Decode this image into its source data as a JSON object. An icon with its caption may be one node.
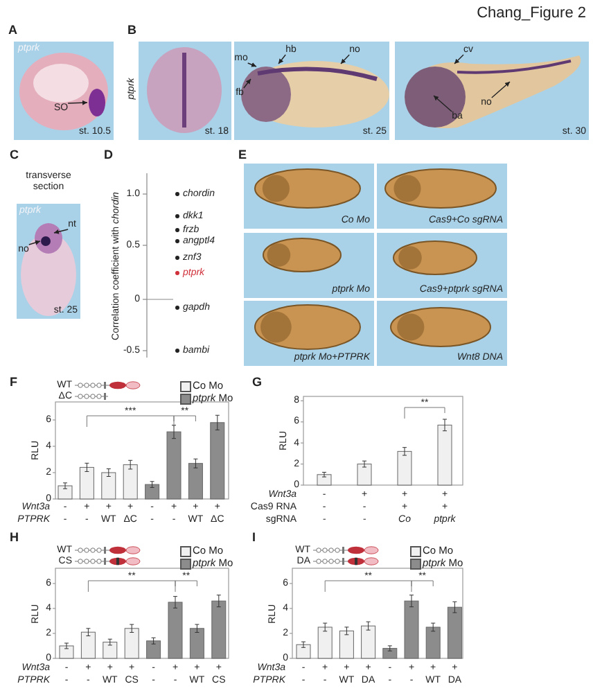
{
  "diagram": {
    "title": "Chang_Figure 2",
    "nodes": [
      {
        "text": [
          "ptprk",
          "st. 10.5"
        ]
      },
      {
        "text": [
          "SO"
        ],
        "in": 0
      },
      {
        "text": [
          "st. 18"
        ]
      },
      {
        "text": [
          "st. 25"
        ]
      },
      {
        "text": [
          "mo"
        ],
        "in": 3
      },
      {
        "text": [
          "hb"
        ],
        "in": 3
      },
      {
        "text": [
          "no"
        ],
        "in": 3
      },
      {
        "text": [
          "fb"
        ],
        "in": 3
      },
      {
        "text": [
          "st. 30"
        ]
      },
      {
        "text": [
          "cv"
        ],
        "in": 8
      },
      {
        "text": [
          "no"
        ],
        "in": 8
      },
      {
        "text": [
          "ba"
        ],
        "in": 8
      },
      {
        "text": [
          "ptprk",
          "st. 25"
        ]
      },
      {
        "text": [
          "nt"
        ],
        "in": 12
      },
      {
        "text": [
          "no"
        ],
        "in": 12
      },
      {
        "text": [
          "Co Mo"
        ]
      },
      {
        "text": [
          "Cas9+Co sgRNA"
        ]
      },
      {
        "text": [
          "ptprk Mo"
        ]
      },
      {
        "text": [
          "Cas9+ptprk sgRNA"
        ]
      },
      {
        "text": [
          "ptprk Mo+PTPRK"
        ]
      },
      {
        "text": [
          "Wnt8 DNA"
        ]
      }
    ],
    "edges": [
      {
        "from": 1,
        "to": 0,
        "arrow": "to"
      },
      {
        "from": 4,
        "to": 3,
        "arrow": "to"
      },
      {
        "from": 5,
        "to": 3,
        "arrow": "to"
      },
      {
        "from": 6,
        "to": 3,
        "arrow": "to"
      },
      {
        "from": 7,
        "to": 3,
        "arrow": "to"
      },
      {
        "from": 9,
        "to": 8,
        "arrow": "to"
      },
      {
        "from": 10,
        "to": 8,
        "arrow": "to"
      },
      {
        "from": 11,
        "to": 8,
        "arrow": "to"
      },
      {
        "from": 13,
        "to": 12,
        "arrow": "to"
      },
      {
        "from": 14,
        "to": 12,
        "arrow": "to"
      }
    ],
    "labels": [
      "A",
      "B",
      "ptprk",
      "C",
      "transverse section",
      "D",
      "Correlation coefficient with *chordin*",
      "1.0",
      "0.5",
      "0",
      "-0.5",
      "chordin",
      "dkk1",
      "frzb",
      "angptl4",
      "znf3",
      "ptprk",
      "gapdh",
      "bambi",
      "E",
      "F",
      "WT",
      "ΔC",
      "RLU",
      "6",
      "4",
      "2",
      "0",
      "***",
      "**",
      "Wnt3a",
      "-",
      "+",
      "+",
      "+",
      "-",
      "+",
      "+",
      "+",
      "PTPRK",
      "-",
      "-",
      "WT",
      "ΔC",
      "-",
      "-",
      "WT",
      "ΔC",
      "G",
      "RLU",
      "8",
      "6",
      "4",
      "2",
      "0",
      "**",
      "Wnt3a",
      "-",
      "+",
      "+",
      "+",
      "Cas9 RNA",
      "-",
      "-",
      "+",
      "+",
      "sgRNA",
      "-",
      "-",
      "Co",
      "ptprk",
      "H",
      "WT",
      "CS",
      "RLU",
      "6",
      "4",
      "2",
      "0",
      "**",
      "**",
      "Wnt3a",
      "-",
      "+",
      "+",
      "+",
      "-",
      "+",
      "+",
      "+",
      "PTPRK",
      "-",
      "-",
      "WT",
      "CS",
      "-",
      "-",
      "WT",
      "CS",
      "I",
      "WT",
      "DA",
      "RLU",
      "6",
      "4",
      "2",
      "0",
      "**",
      "**",
      "Wnt3a",
      "-",
      "+",
      "+",
      "+",
      "-",
      "+",
      "+",
      "+",
      "PTPRK",
      "-",
      "-",
      "WT",
      "DA",
      "-",
      "-",
      "WT",
      "DA"
    ],
    "legend": [
      {
        "text": "Co Mo",
        "color": "#f0f0f0"
      },
      {
        "text": "*ptprk* Mo",
        "color": "#8c8c8c"
      },
      {
        "text": "Co Mo",
        "color": "#f0f0f0"
      },
      {
        "text": "*ptprk* Mo",
        "color": "#8c8c8c"
      },
      {
        "text": "Co Mo",
        "color": "#f0f0f0"
      },
      {
        "text": "*ptprk* Mo",
        "color": "#8c8c8c"
      }
    ]
  }
}
